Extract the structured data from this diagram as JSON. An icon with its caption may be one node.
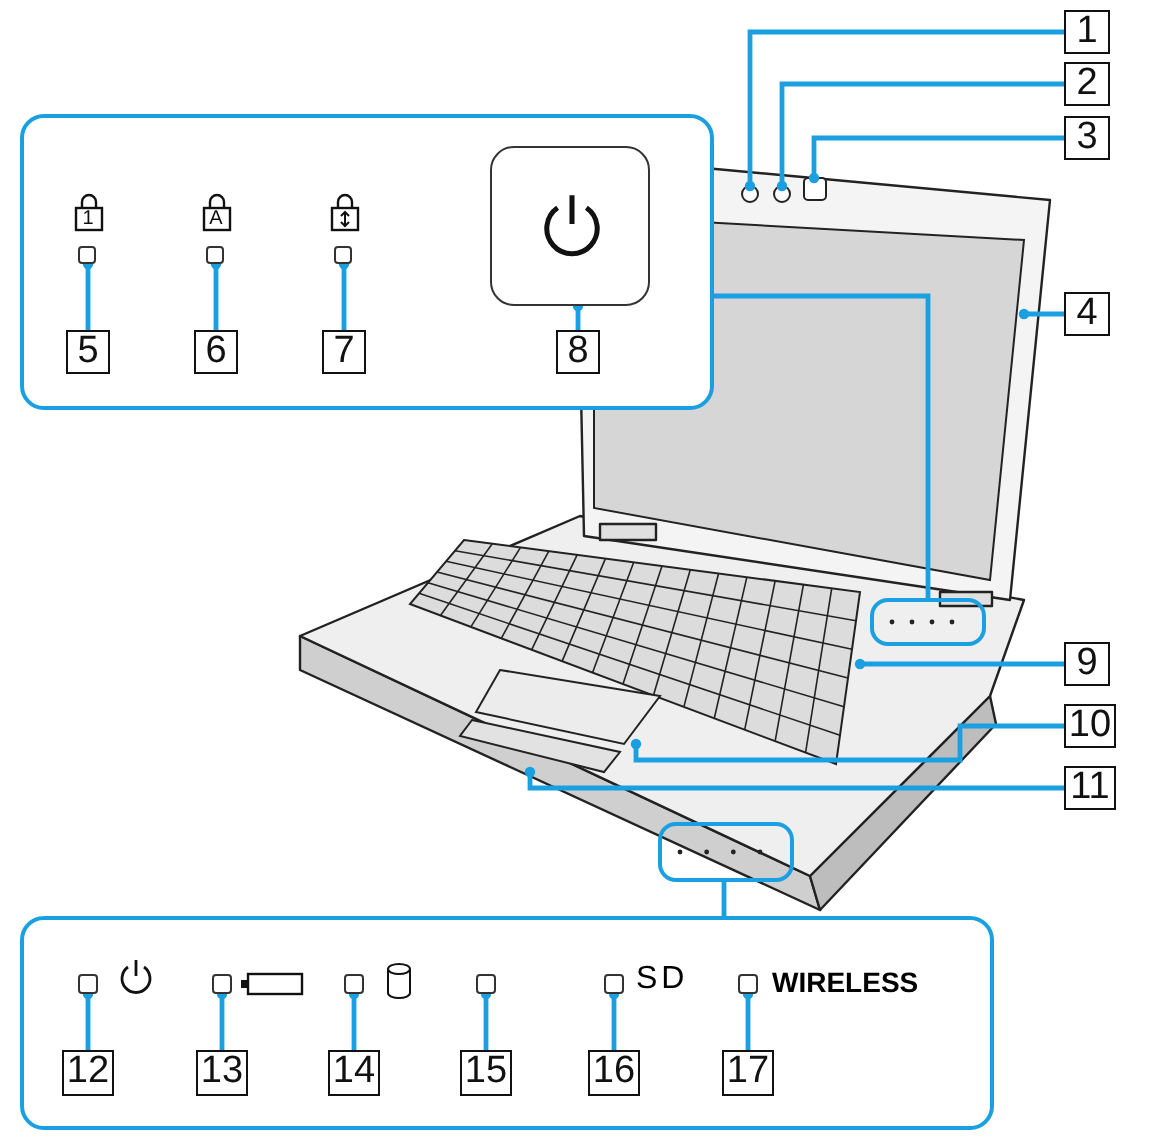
{
  "diagram": {
    "nodes": [
      {
        "text": [
          "1"
        ]
      },
      {
        "text": [
          "2"
        ]
      },
      {
        "text": [
          "3"
        ]
      },
      {
        "text": [
          "4"
        ]
      },
      {
        "text": [],
        "shape": "box"
      },
      {
        "text": [
          "5"
        ],
        "in": 4
      },
      {
        "text": [
          "6"
        ],
        "in": 4
      },
      {
        "text": [
          "7"
        ],
        "in": 4
      },
      {
        "text": [
          "8"
        ],
        "in": 4
      },
      {
        "text": [
          "9"
        ]
      },
      {
        "text": [
          "10"
        ]
      },
      {
        "text": [
          "11"
        ]
      },
      {
        "text": [],
        "shape": "box"
      },
      {
        "text": [
          "12"
        ],
        "in": 12
      },
      {
        "text": [
          "13"
        ],
        "in": 12
      },
      {
        "text": [
          "14"
        ],
        "in": 12
      },
      {
        "text": [
          "15"
        ],
        "in": 12
      },
      {
        "text": [
          "16"
        ],
        "in": 12
      },
      {
        "text": [
          "17"
        ],
        "in": 12
      },
      {
        "text": [],
        "shape": "circle"
      },
      {
        "text": [],
        "shape": "circle"
      },
      {
        "text": [],
        "shape": "box"
      },
      {
        "text": [],
        "shape": "box"
      },
      {
        "text": [],
        "shape": "box",
        "in": 4
      },
      {
        "text": [],
        "shape": "box",
        "in": 4
      },
      {
        "text": [],
        "shape": "box",
        "in": 4
      },
      {
        "text": [],
        "shape": "box",
        "in": 4
      },
      {
        "text": [],
        "shape": "box"
      },
      {
        "text": [],
        "shape": "box"
      },
      {
        "text": [],
        "shape": "box"
      },
      {
        "text": [],
        "shape": "box"
      },
      {
        "text": [],
        "shape": "box"
      },
      {
        "text": [],
        "shape": "box",
        "in": 12
      },
      {
        "text": [],
        "shape": "box",
        "in": 12
      },
      {
        "text": [],
        "shape": "box",
        "in": 12
      },
      {
        "text": [],
        "shape": "box",
        "in": 12
      },
      {
        "text": [],
        "shape": "box",
        "in": 12
      },
      {
        "text": [],
        "shape": "box",
        "in": 12
      }
    ],
    "edges": [
      {
        "from": 0,
        "to": 19,
        "arrow": "other"
      },
      {
        "from": 1,
        "to": 20,
        "arrow": "other"
      },
      {
        "from": 2,
        "to": 21,
        "arrow": "other"
      },
      {
        "from": 3,
        "to": 22,
        "arrow": "other"
      },
      {
        "from": 27,
        "to": 4,
        "arrow": "none"
      },
      {
        "from": 5,
        "to": 23,
        "arrow": "other"
      },
      {
        "from": 6,
        "to": 24,
        "arrow": "other"
      },
      {
        "from": 7,
        "to": 25,
        "arrow": "other"
      },
      {
        "from": 8,
        "to": 26,
        "arrow": "other"
      },
      {
        "from": 9,
        "to": 28,
        "arrow": "other"
      },
      {
        "from": 10,
        "to": 29,
        "arrow": "other"
      },
      {
        "from": 11,
        "to": 30,
        "arrow": "other"
      },
      {
        "from": 31,
        "to": 12,
        "arrow": "none"
      },
      {
        "from": 13,
        "to": 32,
        "arrow": "other"
      },
      {
        "from": 14,
        "to": 33,
        "arrow": "other"
      },
      {
        "from": 15,
        "to": 34,
        "arrow": "other"
      },
      {
        "from": 16,
        "to": 35,
        "arrow": "other"
      },
      {
        "from": 17,
        "to": 36,
        "arrow": "other"
      },
      {
        "from": 18,
        "to": 37,
        "arrow": "other"
      }
    ],
    "labels": [
      "1",
      "A",
      "SD",
      "WIRELESS"
    ]
  }
}
